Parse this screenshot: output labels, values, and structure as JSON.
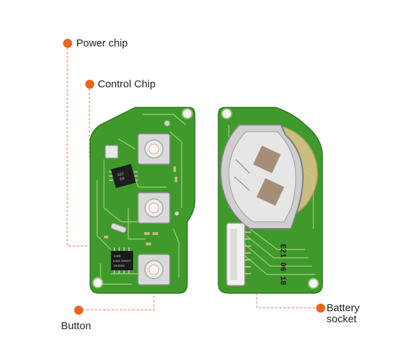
{
  "accent_color": "#e8661f",
  "pcb_color": "#3f9a2b",
  "callouts": {
    "power_chip": "Power chip",
    "control_chip": "Control Chip",
    "button": "Button",
    "battery_socket_line1": "Battery",
    "battery_socket_line2": "socket"
  },
  "chip_markings": {
    "main_chip_line1": "SZ2",
    "main_chip_line2": "D3",
    "small_chip_line1": "5495",
    "small_chip_line2": "5499-33KDP",
    "small_chip_line3": "9R0898",
    "board_date": "E21 06 18"
  }
}
